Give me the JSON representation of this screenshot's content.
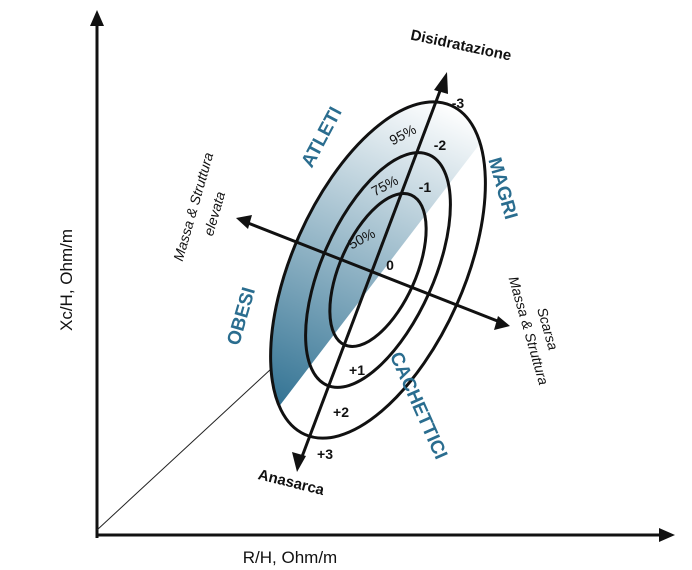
{
  "axes": {
    "y_label": "Xc/H, Ohm/m",
    "x_label": "R/H, Ohm/m"
  },
  "vector": {
    "top_label": "Disidratazione",
    "bottom_label": "Anasarca"
  },
  "cross_axis": {
    "left_label_line1": "Massa & Struttura",
    "left_label_line2": "elevata",
    "right_label_line1": "Scarsa",
    "right_label_line2": "Massa & Struttura"
  },
  "ellipses": {
    "p50": "50%",
    "p75": "75%",
    "p95": "95%"
  },
  "ticks": {
    "m3": "-3",
    "m2": "-2",
    "m1": "-1",
    "zero": "0",
    "p1": "+1",
    "p2": "+2",
    "p3": "+3"
  },
  "regions": {
    "top_left": "ATLETI",
    "top_right": "MAGRI",
    "bottom_left": "OBESI",
    "bottom_right": "CACHETTICI"
  },
  "colors": {
    "shade_top": "#ffffff",
    "shade_bottom": "#2a6d8f",
    "region_label": "#2a6d8f"
  }
}
